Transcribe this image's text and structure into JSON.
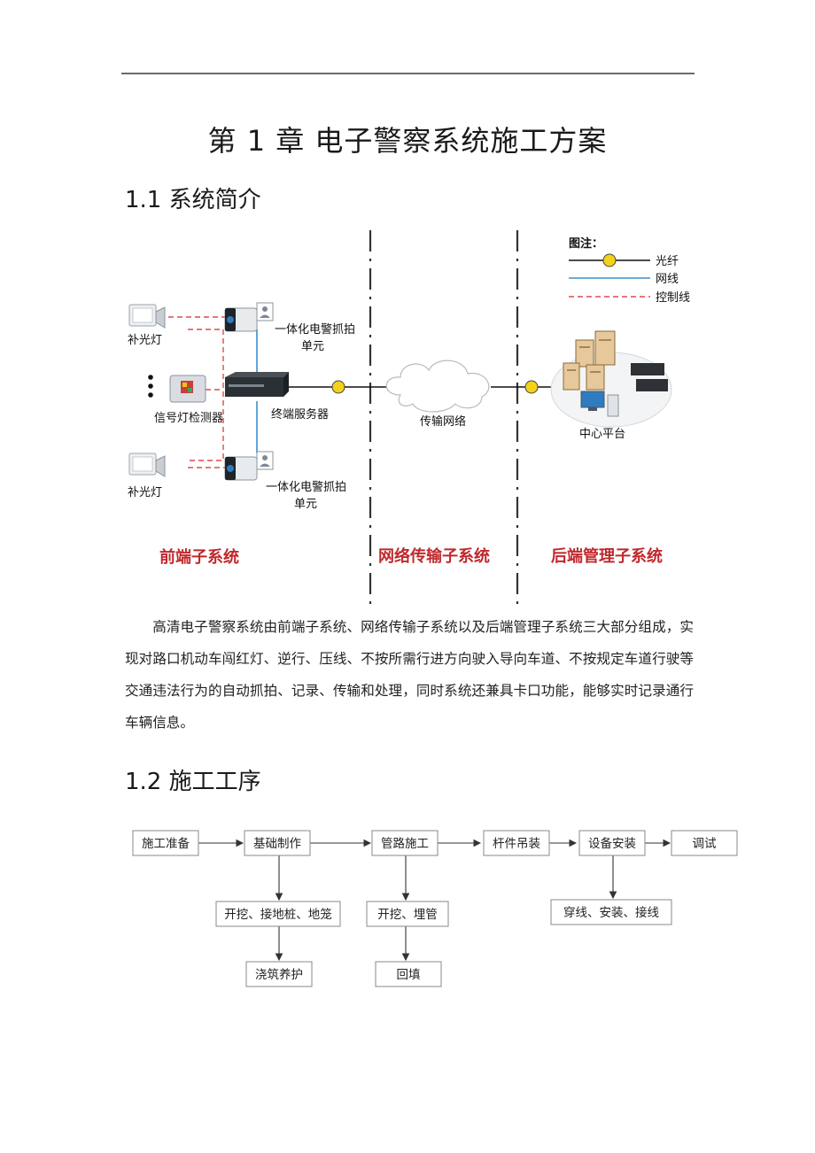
{
  "chapter_title": "第 1 章  电子警察系统施工方案",
  "section1": {
    "title": "1.1 系统简介",
    "diagram": {
      "legend": {
        "title": "图注：",
        "items": [
          {
            "label": "光纤",
            "color": "#111111"
          },
          {
            "label": "网线",
            "color": "#3a8fcf"
          },
          {
            "label": "控制线",
            "color": "#e04a4a"
          }
        ]
      },
      "labels": {
        "fill_light_top": "补光灯",
        "fill_light_bottom": "补光灯",
        "camera_top": [
          "一体化电警抓拍",
          "单元"
        ],
        "camera_bottom": [
          "一体化电警抓拍",
          "单元"
        ],
        "signal_detector": "信号灯检测器",
        "terminal_server": "终端服务器",
        "transport_network": "传输网络",
        "center_platform": "中心平台"
      },
      "subsystems": [
        "前端子系统",
        "网络传输子系统",
        "后端管理子系统"
      ],
      "colors": {
        "subsystem_label": "#c0282d",
        "fiber": "#111111",
        "network": "#3a8fcf",
        "control": "#e04a4a"
      }
    },
    "paragraph": "高清电子警察系统由前端子系统、网络传输子系统以及后端管理子系统三大部分组成，实现对路口机动车闯红灯、逆行、压线、不按所需行进方向驶入导向车道、不按规定车道行驶等交通违法行为的自动抓拍、记录、传输和处理，同时系统还兼具卡口功能，能够实时记录通行车辆信息。"
  },
  "section2": {
    "title": "1.2 施工工序",
    "flow": {
      "main": [
        "施工准备",
        "基础制作",
        "管路施工",
        "杆件吊装",
        "设备安装",
        "调试"
      ],
      "foundation_sub": [
        "开挖、接地桩、地笼",
        "浇筑养护"
      ],
      "pipe_sub": [
        "开挖、埋管",
        "回填"
      ],
      "install_sub": [
        "穿线、安装、接线"
      ]
    }
  }
}
